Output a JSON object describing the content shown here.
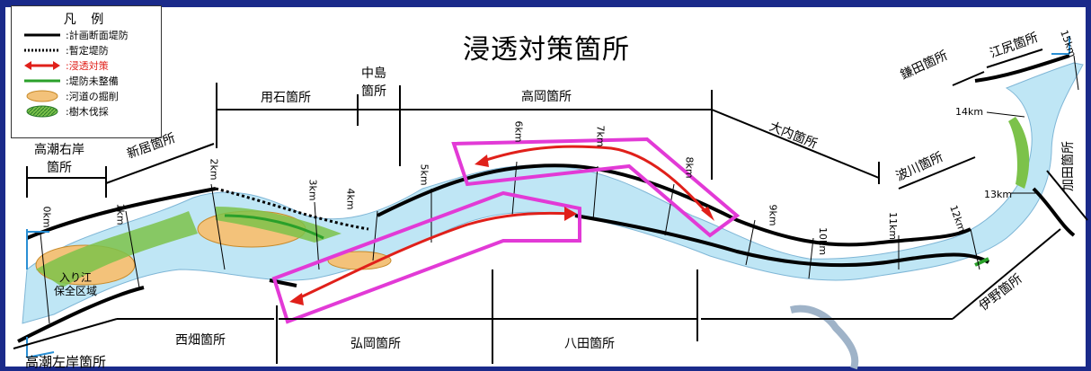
{
  "title": "浸透対策箇所",
  "legend": {
    "heading": "凡 例",
    "items": [
      {
        "label": ":計画断面堤防",
        "symbol": "solid-black-line-icon"
      },
      {
        "label": ":暫定堤防",
        "symbol": "dotted-black-line-icon"
      },
      {
        "label": ":浸透対策",
        "symbol": "red-double-arrow-icon"
      },
      {
        "label": ":堤防未整備",
        "symbol": "green-line-icon"
      },
      {
        "label": ":河道の掘削",
        "symbol": "orange-ellipse-icon"
      },
      {
        "label": ":樹木伐採",
        "symbol": "green-hatched-ellipse-icon"
      }
    ]
  },
  "sections_top": {
    "takashio_right": "高潮右岸\n箇所",
    "niiza": "新居箇所",
    "youseki": "用石箇所",
    "nakajima": "中島\n箇所",
    "takaoka": "高岡箇所",
    "oouchi": "大内箇所",
    "kamakuda": "鎌田箇所",
    "ejiri": "江尻箇所",
    "namikawa": "波川箇所",
    "kada": "加田箇所"
  },
  "sections_bottom": {
    "takashio_left": "高潮左岸箇所",
    "nishibata": "西畑箇所",
    "hirooka": "弘岡箇所",
    "yata": "八田箇所",
    "ino": "伊野箇所"
  },
  "km_markers": [
    "0km",
    "1km",
    "2km",
    "3km",
    "4km",
    "5km",
    "6km",
    "7km",
    "8km",
    "9km",
    "10km",
    "11km",
    "12km",
    "13km",
    "14km",
    "15km"
  ],
  "area_label": "入り江\n保全区域",
  "colors": {
    "background": "#1a2a8a",
    "river": "#bfe6f5",
    "embankment": "#000000",
    "seepage": "#e0201a",
    "undeveloped": "#2aa02a",
    "excavation": "#f3c27a",
    "tree_felling": "#7cc24a",
    "highlight_box": "#e23ad6"
  }
}
